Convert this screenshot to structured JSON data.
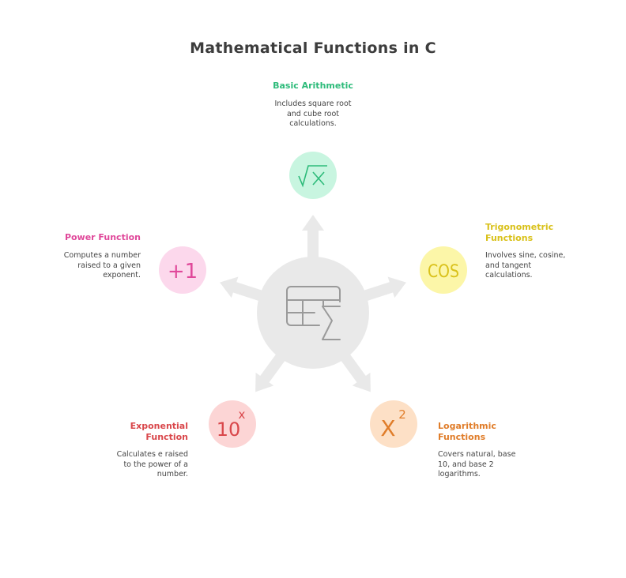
{
  "title": "Mathematical Functions in C",
  "center": {
    "icon": "table-sigma-icon",
    "fill": "#e9e9e9",
    "stroke": "#9a9a9a"
  },
  "nodes": [
    {
      "id": "basic-arithmetic",
      "heading": "Basic Arithmetic",
      "description": [
        "Includes square root",
        "and cube root",
        "calculations."
      ],
      "icon": "square-root-icon",
      "glyph": "√x",
      "color": "#2dbb7a",
      "fill": "#c8f5e0"
    },
    {
      "id": "trigonometric",
      "heading": [
        "Trigonometric",
        "Functions"
      ],
      "description": [
        "Involves sine, cosine,",
        "and tangent",
        "calculations."
      ],
      "icon": "cosine-icon",
      "glyph": "COS",
      "color": "#d9c11a",
      "fill": "#fcf6a8"
    },
    {
      "id": "logarithmic",
      "heading": [
        "Logarithmic",
        "Functions"
      ],
      "description": [
        "Covers natural, base",
        "10, and base 2",
        "logarithms."
      ],
      "icon": "x-squared-icon",
      "glyph": "X",
      "sup": "2",
      "color": "#e07d2a",
      "fill": "#fde0c6"
    },
    {
      "id": "exponential",
      "heading": [
        "Exponential",
        "Function"
      ],
      "description": [
        "Calculates e raised",
        "to the power of a",
        "number."
      ],
      "icon": "ten-power-x-icon",
      "glyph": "10",
      "sup": "x",
      "color": "#d9474b",
      "fill": "#fcd5d5"
    },
    {
      "id": "power",
      "heading": "Power Function",
      "description": [
        "Computes a number",
        "raised to a given",
        "exponent."
      ],
      "icon": "plus-one-icon",
      "glyph": "+1",
      "color": "#e0489a",
      "fill": "#fcd8ec"
    }
  ]
}
